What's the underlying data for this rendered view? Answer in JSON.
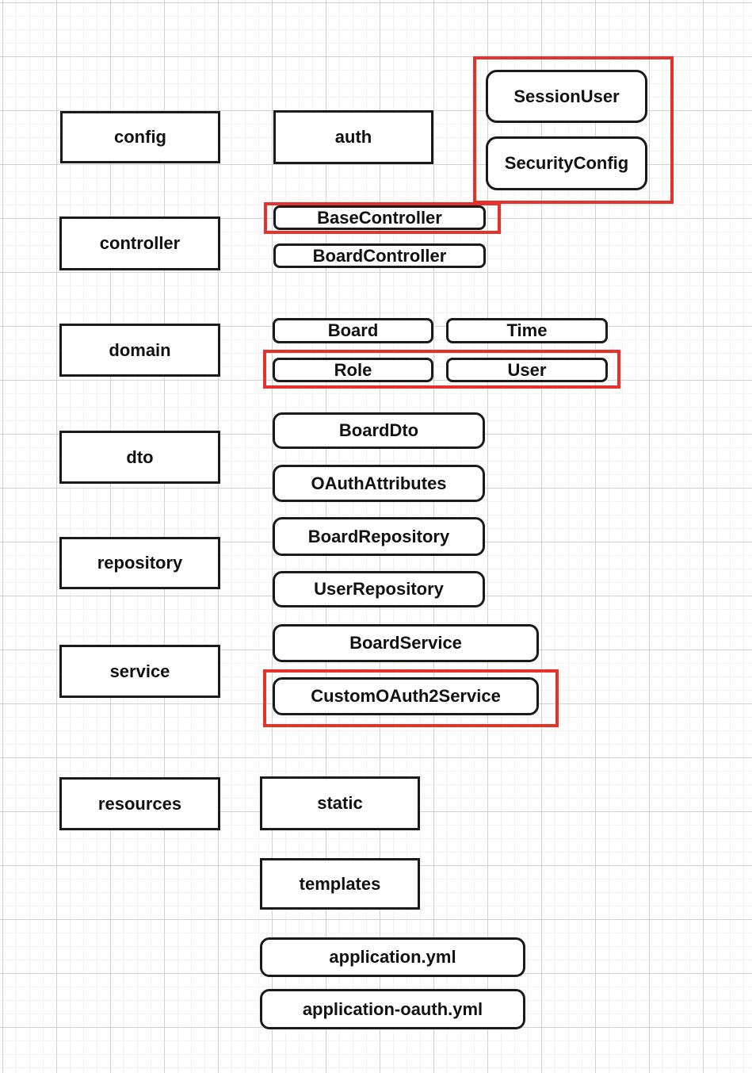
{
  "colors": {
    "highlight_red": "#e8312a",
    "box_border": "#1a1a1a",
    "grid_minor": "#f2f2f2",
    "grid_major": "#d2d2d2"
  },
  "labels": {
    "config": "config",
    "controller": "controller",
    "domain": "domain",
    "dto": "dto",
    "repository": "repository",
    "service": "service",
    "resources": "resources",
    "auth": "auth",
    "session_user": "SessionUser",
    "security_config": "SecurityConfig",
    "base_controller": "BaseController",
    "board_controller": "BoardController",
    "board": "Board",
    "time": "Time",
    "role": "Role",
    "user": "User",
    "board_dto": "BoardDto",
    "oauth_attributes": "OAuthAttributes",
    "board_repository": "BoardRepository",
    "user_repository": "UserRepository",
    "board_service": "BoardService",
    "custom_oauth2_service": "CustomOAuth2Service",
    "static": "static",
    "templates": "templates",
    "application_yml": "application.yml",
    "application_oauth_yml": "application-oauth.yml"
  },
  "highlighted_items": [
    "SessionUser",
    "SecurityConfig",
    "BaseController",
    "Role",
    "User",
    "CustomOAuth2Service"
  ]
}
